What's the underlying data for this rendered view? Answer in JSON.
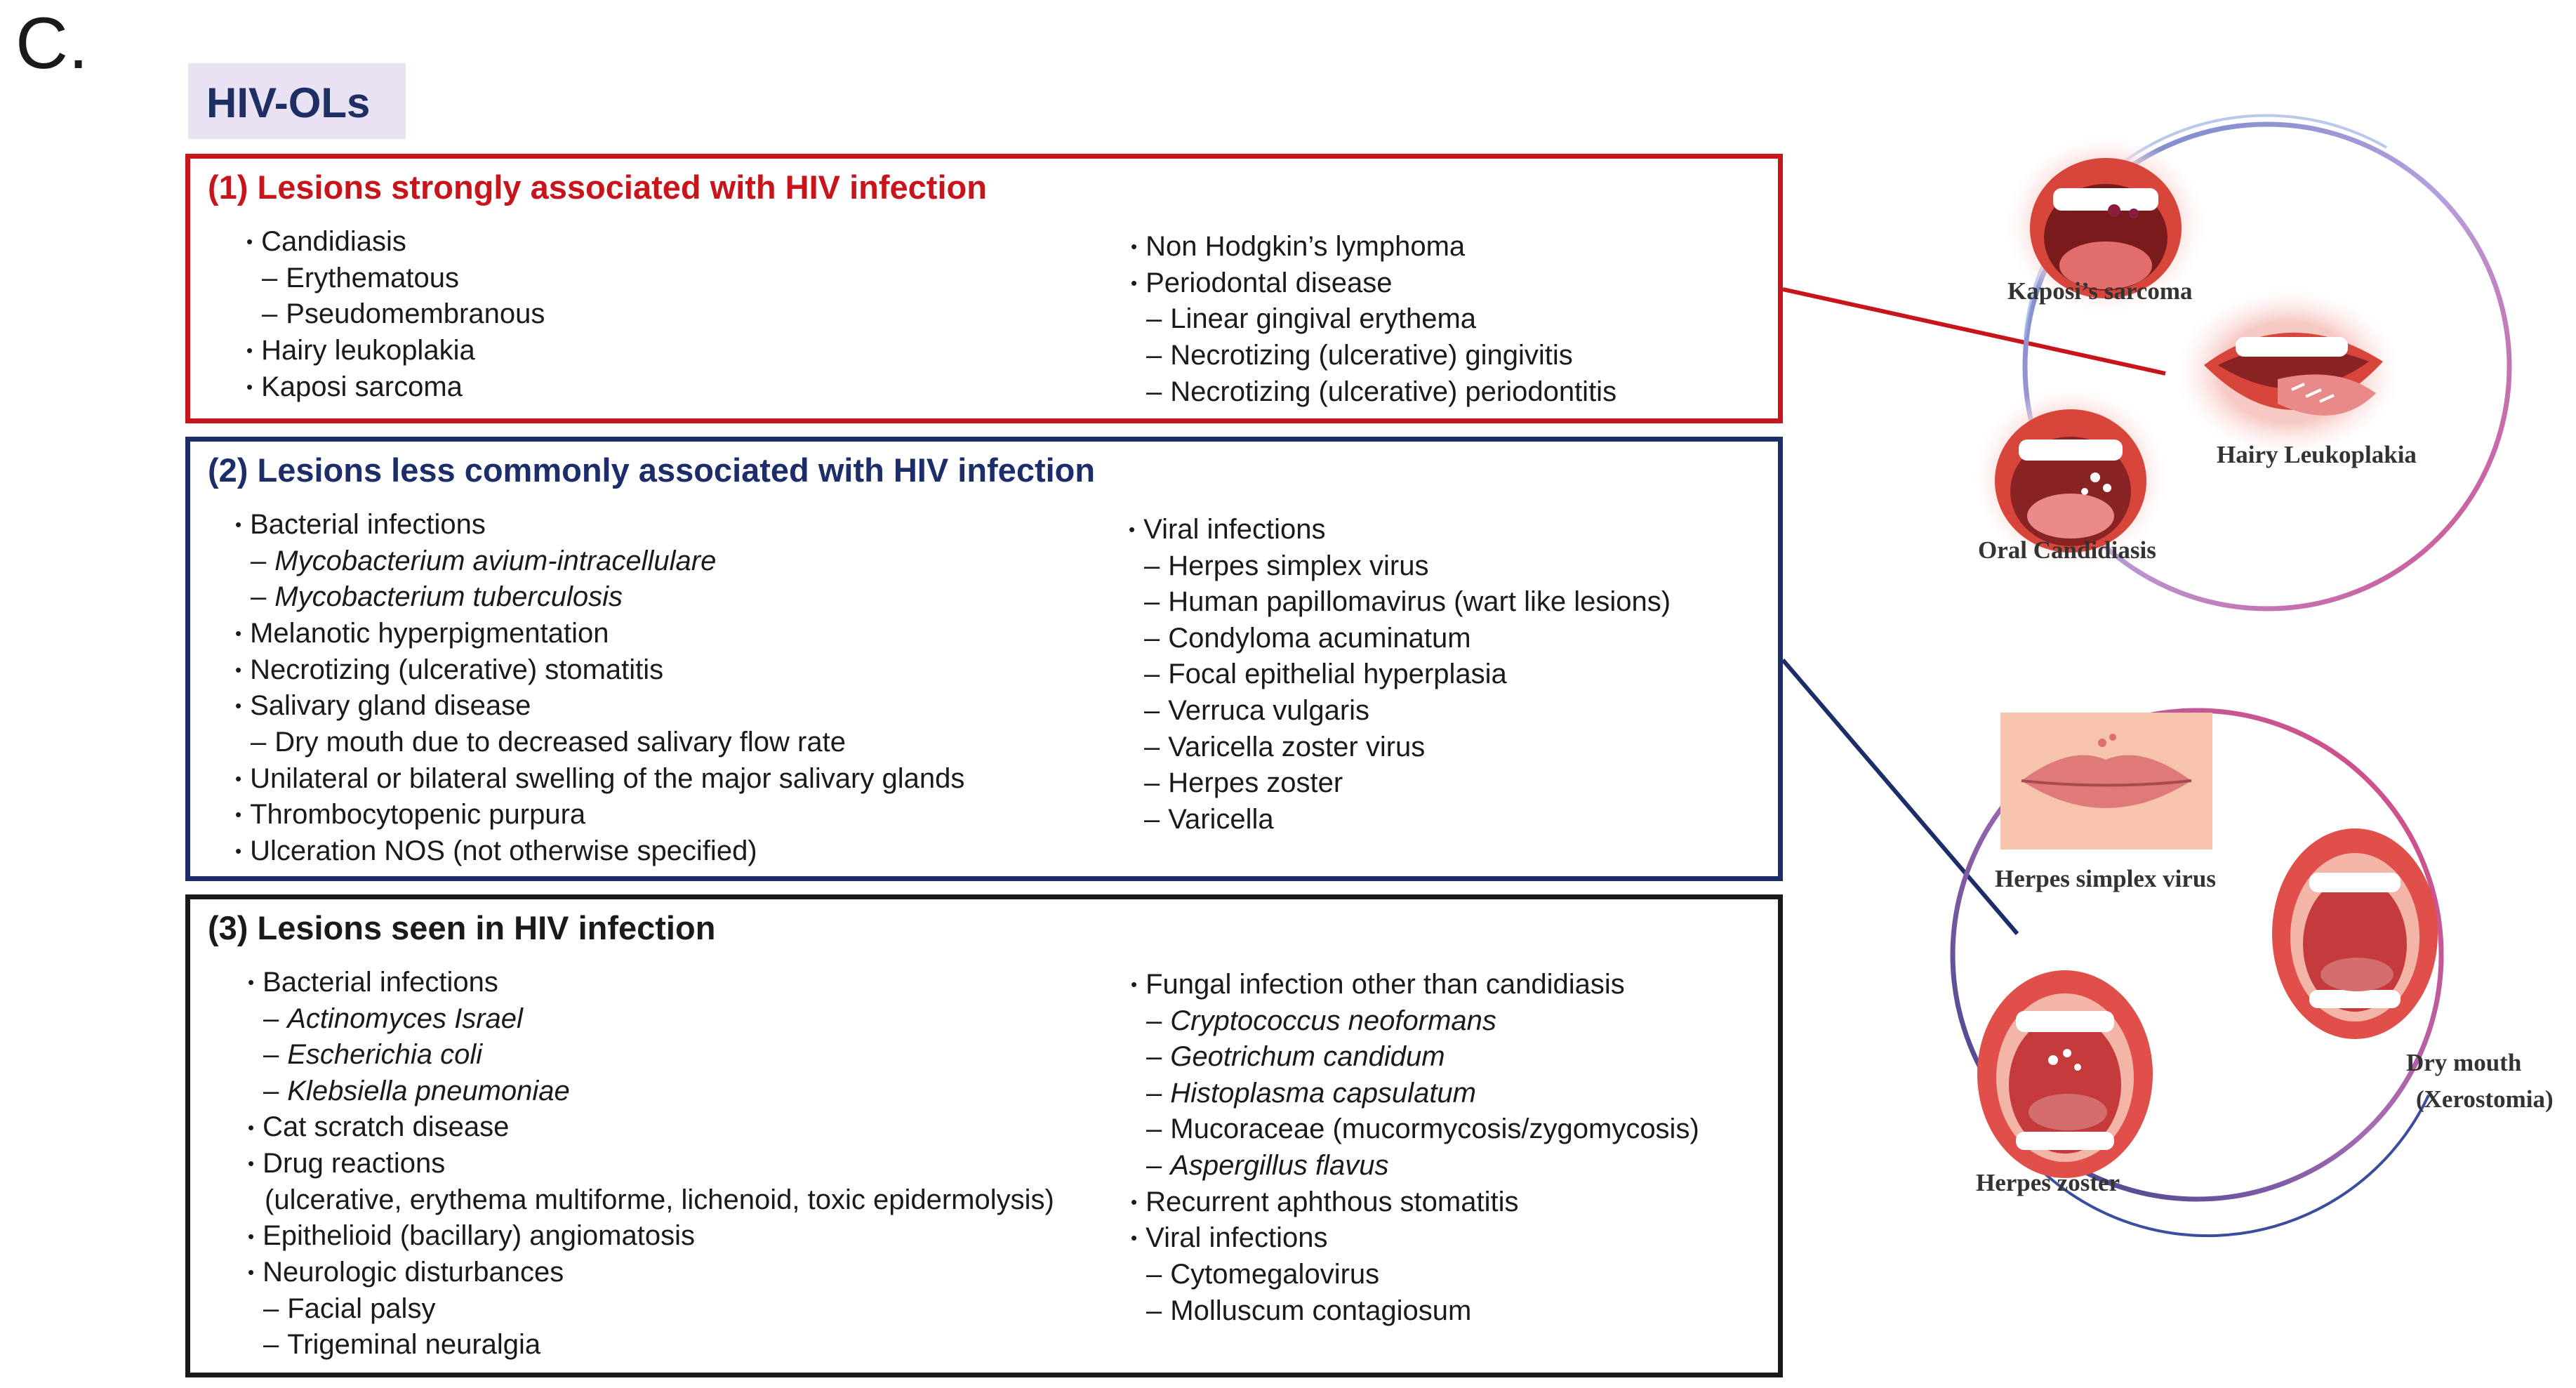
{
  "panel_letter": "C.",
  "title": "HIV-OLs",
  "sections": [
    {
      "title": "(1) Lesions strongly associated with HIV infection",
      "left": [
        {
          "type": "bullet",
          "text": "Candidiasis"
        },
        {
          "type": "dash",
          "text": "Erythematous"
        },
        {
          "type": "dash",
          "text": "Pseudomembranous"
        },
        {
          "type": "bullet",
          "text": "Hairy leukoplakia"
        },
        {
          "type": "bullet",
          "text": "Kaposi sarcoma"
        }
      ],
      "right": [
        {
          "type": "bullet",
          "text": "Non Hodgkin’s lymphoma"
        },
        {
          "type": "bullet",
          "text": "Periodontal disease"
        },
        {
          "type": "dash",
          "text": "Linear gingival erythema"
        },
        {
          "type": "dash",
          "text": "Necrotizing (ulcerative) gingivitis"
        },
        {
          "type": "dash",
          "text": "Necrotizing (ulcerative) periodontitis"
        }
      ]
    },
    {
      "title": "(2) Lesions less commonly associated with HIV infection",
      "left": [
        {
          "type": "bullet",
          "text": "Bacterial infections"
        },
        {
          "type": "dash",
          "text": "Mycobacterium avium-intracellulare",
          "italic": true
        },
        {
          "type": "dash",
          "text": "Mycobacterium tuberculosis",
          "italic": true
        },
        {
          "type": "bullet",
          "text": "Melanotic hyperpigmentation"
        },
        {
          "type": "bullet",
          "text": "Necrotizing (ulcerative) stomatitis"
        },
        {
          "type": "bullet",
          "text": "Salivary gland disease"
        },
        {
          "type": "dash",
          "text": "Dry mouth due to decreased salivary flow rate"
        },
        {
          "type": "bullet",
          "text": "Unilateral or bilateral swelling of the major salivary glands"
        },
        {
          "type": "bullet",
          "text": "Thrombocytopenic purpura"
        },
        {
          "type": "bullet",
          "text": "Ulceration NOS (not otherwise specified)"
        }
      ],
      "right": [
        {
          "type": "bullet",
          "text": "Viral infections"
        },
        {
          "type": "dash",
          "text": "Herpes simplex virus"
        },
        {
          "type": "dash",
          "text": "Human papillomavirus (wart like lesions)"
        },
        {
          "type": "dash",
          "text": "Condyloma acuminatum"
        },
        {
          "type": "dash",
          "text": "Focal epithelial hyperplasia"
        },
        {
          "type": "dash",
          "text": "Verruca vulgaris"
        },
        {
          "type": "dash",
          "text": "Varicella zoster virus"
        },
        {
          "type": "dash",
          "text": "Herpes zoster"
        },
        {
          "type": "dash",
          "text": "Varicella"
        }
      ]
    },
    {
      "title": "(3) Lesions seen in HIV infection",
      "left": [
        {
          "type": "bullet",
          "text": "Bacterial infections"
        },
        {
          "type": "dash",
          "text": "Actinomyces Israel",
          "italic": true
        },
        {
          "type": "dash",
          "text": "Escherichia coli",
          "italic": true
        },
        {
          "type": "dash",
          "text": "Klebsiella pneumoniae",
          "italic": true
        },
        {
          "type": "bullet",
          "text": "Cat scratch disease"
        },
        {
          "type": "bullet",
          "text": "Drug reactions"
        },
        {
          "type": "cont",
          "text": "(ulcerative, erythema multiforme, lichenoid, toxic epidermolysis)"
        },
        {
          "type": "bullet",
          "text": "Epithelioid (bacillary) angiomatosis"
        },
        {
          "type": "bullet",
          "text": "Neurologic disturbances"
        },
        {
          "type": "dash",
          "text": "Facial palsy"
        },
        {
          "type": "dash",
          "text": "Trigeminal neuralgia"
        }
      ],
      "right": [
        {
          "type": "bullet",
          "text": "Fungal infection other than candidiasis"
        },
        {
          "type": "dash",
          "text": "Cryptococcus neoformans",
          "italic": true
        },
        {
          "type": "dash",
          "text": "Geotrichum candidum",
          "italic": true
        },
        {
          "type": "dash",
          "text": "Histoplasma capsulatum",
          "italic": true
        },
        {
          "type": "dash",
          "text": "Mucoraceae (mucormycosis/zygomycosis)"
        },
        {
          "type": "dash",
          "text": "Aspergillus flavus",
          "italic": true
        },
        {
          "type": "bullet",
          "text": "Recurrent aphthous stomatitis"
        },
        {
          "type": "bullet",
          "text": "Viral infections"
        },
        {
          "type": "dash",
          "text": "Cytomegalovirus"
        },
        {
          "type": "dash",
          "text": "Molluscum contagiosum"
        }
      ]
    }
  ],
  "illustrations": {
    "top_group": {
      "kaposi": "Kaposi’s sarcoma",
      "hairy": "Hairy Leukoplakia",
      "candidiasis": "Oral Candidiasis"
    },
    "bottom_group": {
      "herpes_simplex": "Herpes simplex virus",
      "dry_mouth_1": "Dry mouth",
      "dry_mouth_2": "(Xerostomia)",
      "herpes_zoster": "Herpes zoster"
    }
  },
  "colors": {
    "section1": "#c8141b",
    "section2": "#1c2d6a",
    "section3": "#1a1a1a",
    "title_badge": "#e8e2f3"
  }
}
